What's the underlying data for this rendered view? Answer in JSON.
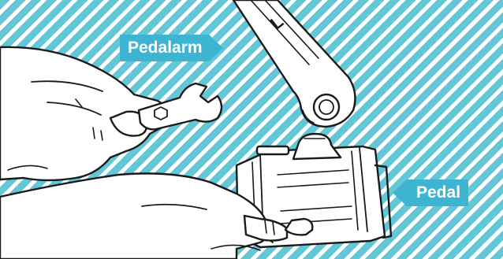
{
  "labels": {
    "crank_arm": "Pedalarm",
    "pedal": "Pedal",
    "crank_side_mark": "L"
  },
  "colors": {
    "stripe": "#64c7d8",
    "label_bg": "#3db4d2",
    "outline": "#1a1a1a"
  }
}
